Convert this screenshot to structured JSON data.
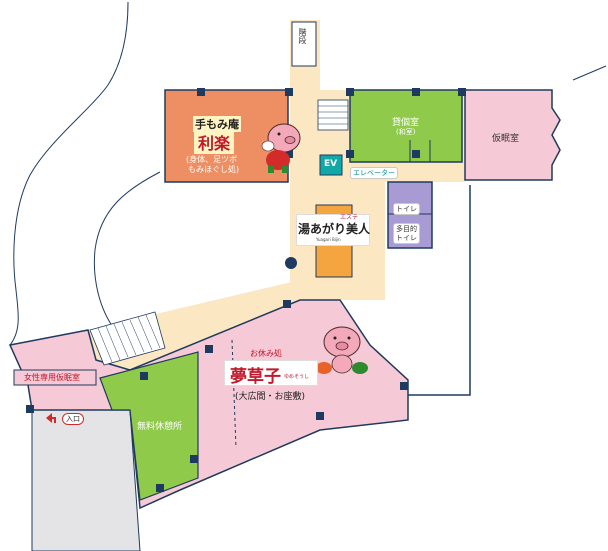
{
  "colors": {
    "wall": "#1f3a5f",
    "corridor": "#fbe7c2",
    "pink": "#f6c9d6",
    "green": "#8fca4a",
    "orange": "#ee8f63",
    "yellow_orange": "#f5a53f",
    "purple": "#a89ad2",
    "teal": "#10a9a8",
    "gray": "#e4e4e6",
    "entrance_red": "#d22a2a"
  },
  "rooms": {
    "momian": {
      "title": "手もみ庵",
      "logo": "利楽",
      "sub1": "(身体、足ツボ",
      "sub2": "もみほぐし処)"
    },
    "kashikiri": {
      "title": "貸個室",
      "sub": "(和室)"
    },
    "kaminshitsu": "仮眠室",
    "ev": "EV",
    "elevator": "エレベーター",
    "toilet": "トイレ",
    "multi_toilet": [
      "多目的",
      "トイレ"
    ],
    "yuagari": {
      "logo": "湯あがり美人",
      "ruby": "エステ",
      "en": "Yuagari Bijin"
    },
    "oyasumi": {
      "small": "お休み処",
      "logo": "夢草子",
      "ruby": "ゆめそうし",
      "sub": "(大広間・お座敷)"
    },
    "muryo": "無料休憩所",
    "josei": "女性専用仮眠室",
    "iriguchi": "入口",
    "stair_vertical": "階段"
  },
  "icons": {
    "mascot_top": "pig-mascot-icon",
    "mascot_bottom": "pig-mascot-icon",
    "entrance_arrow": "entrance-arrow-icon"
  }
}
